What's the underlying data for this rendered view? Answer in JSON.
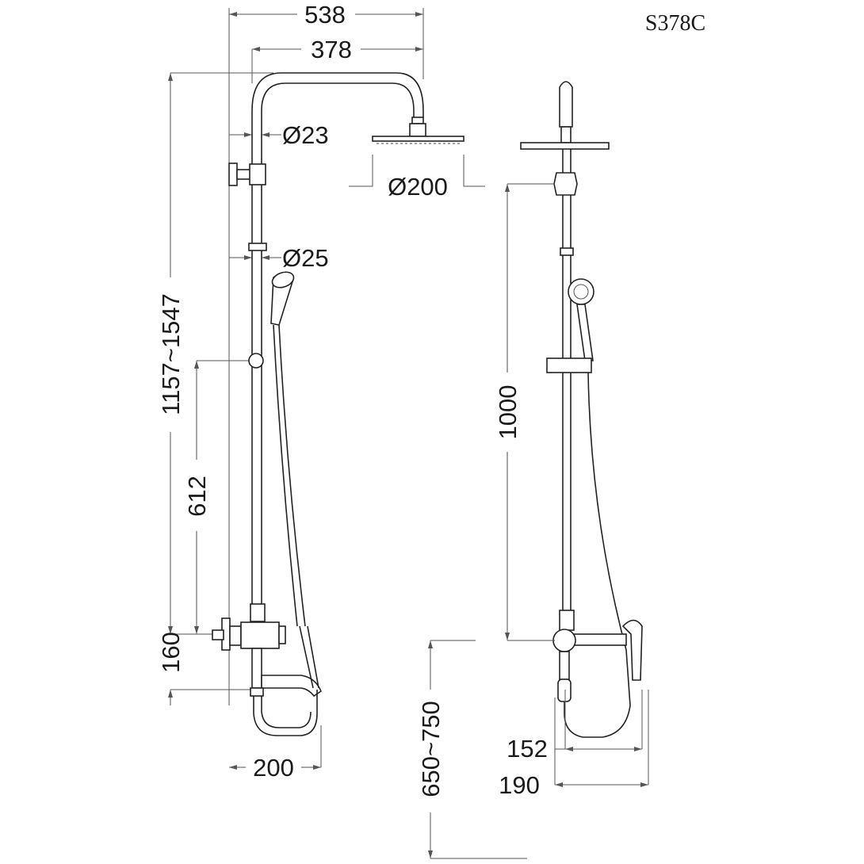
{
  "model_code": "S378C",
  "front_view": {
    "overall_width": "538",
    "arm_reach": "378",
    "upper_pipe_diameter": "Ø23",
    "head_diameter": "Ø200",
    "lower_pipe_diameter": "Ø25",
    "total_height_range": "1157~1547",
    "holder_height": "612",
    "mixer_to_spout": "160",
    "spout_projection": "200"
  },
  "side_view": {
    "rail_height": "1000",
    "install_height_range": "650~750",
    "dimension_152": "152",
    "dimension_190": "190"
  }
}
